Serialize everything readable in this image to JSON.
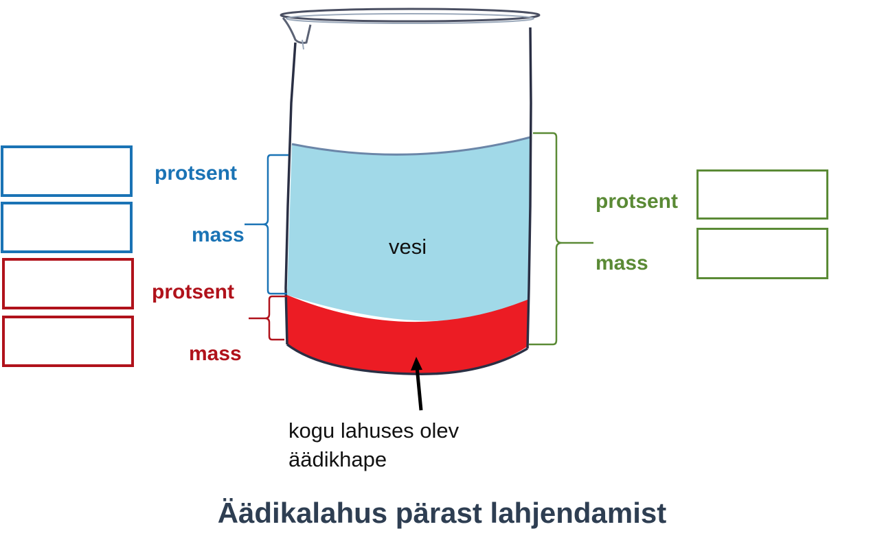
{
  "beaker": {
    "water_label": "vesi",
    "acid_caption_line1": "kogu lahuses olev",
    "acid_caption_line2": "äädikhape"
  },
  "water_group": {
    "percent_label": "protsent",
    "mass_label": "mass",
    "color": "#1a73b5"
  },
  "acid_group": {
    "percent_label": "protsent",
    "mass_label": "mass",
    "color": "#b0121b"
  },
  "solution_group": {
    "percent_label": "protsent",
    "mass_label": "mass",
    "color": "#5a8a35"
  },
  "liquid_colors": {
    "water": "#a1d9e8",
    "acid": "#ec1c24"
  },
  "title": "Äädikalahus pärast lahjendamist"
}
